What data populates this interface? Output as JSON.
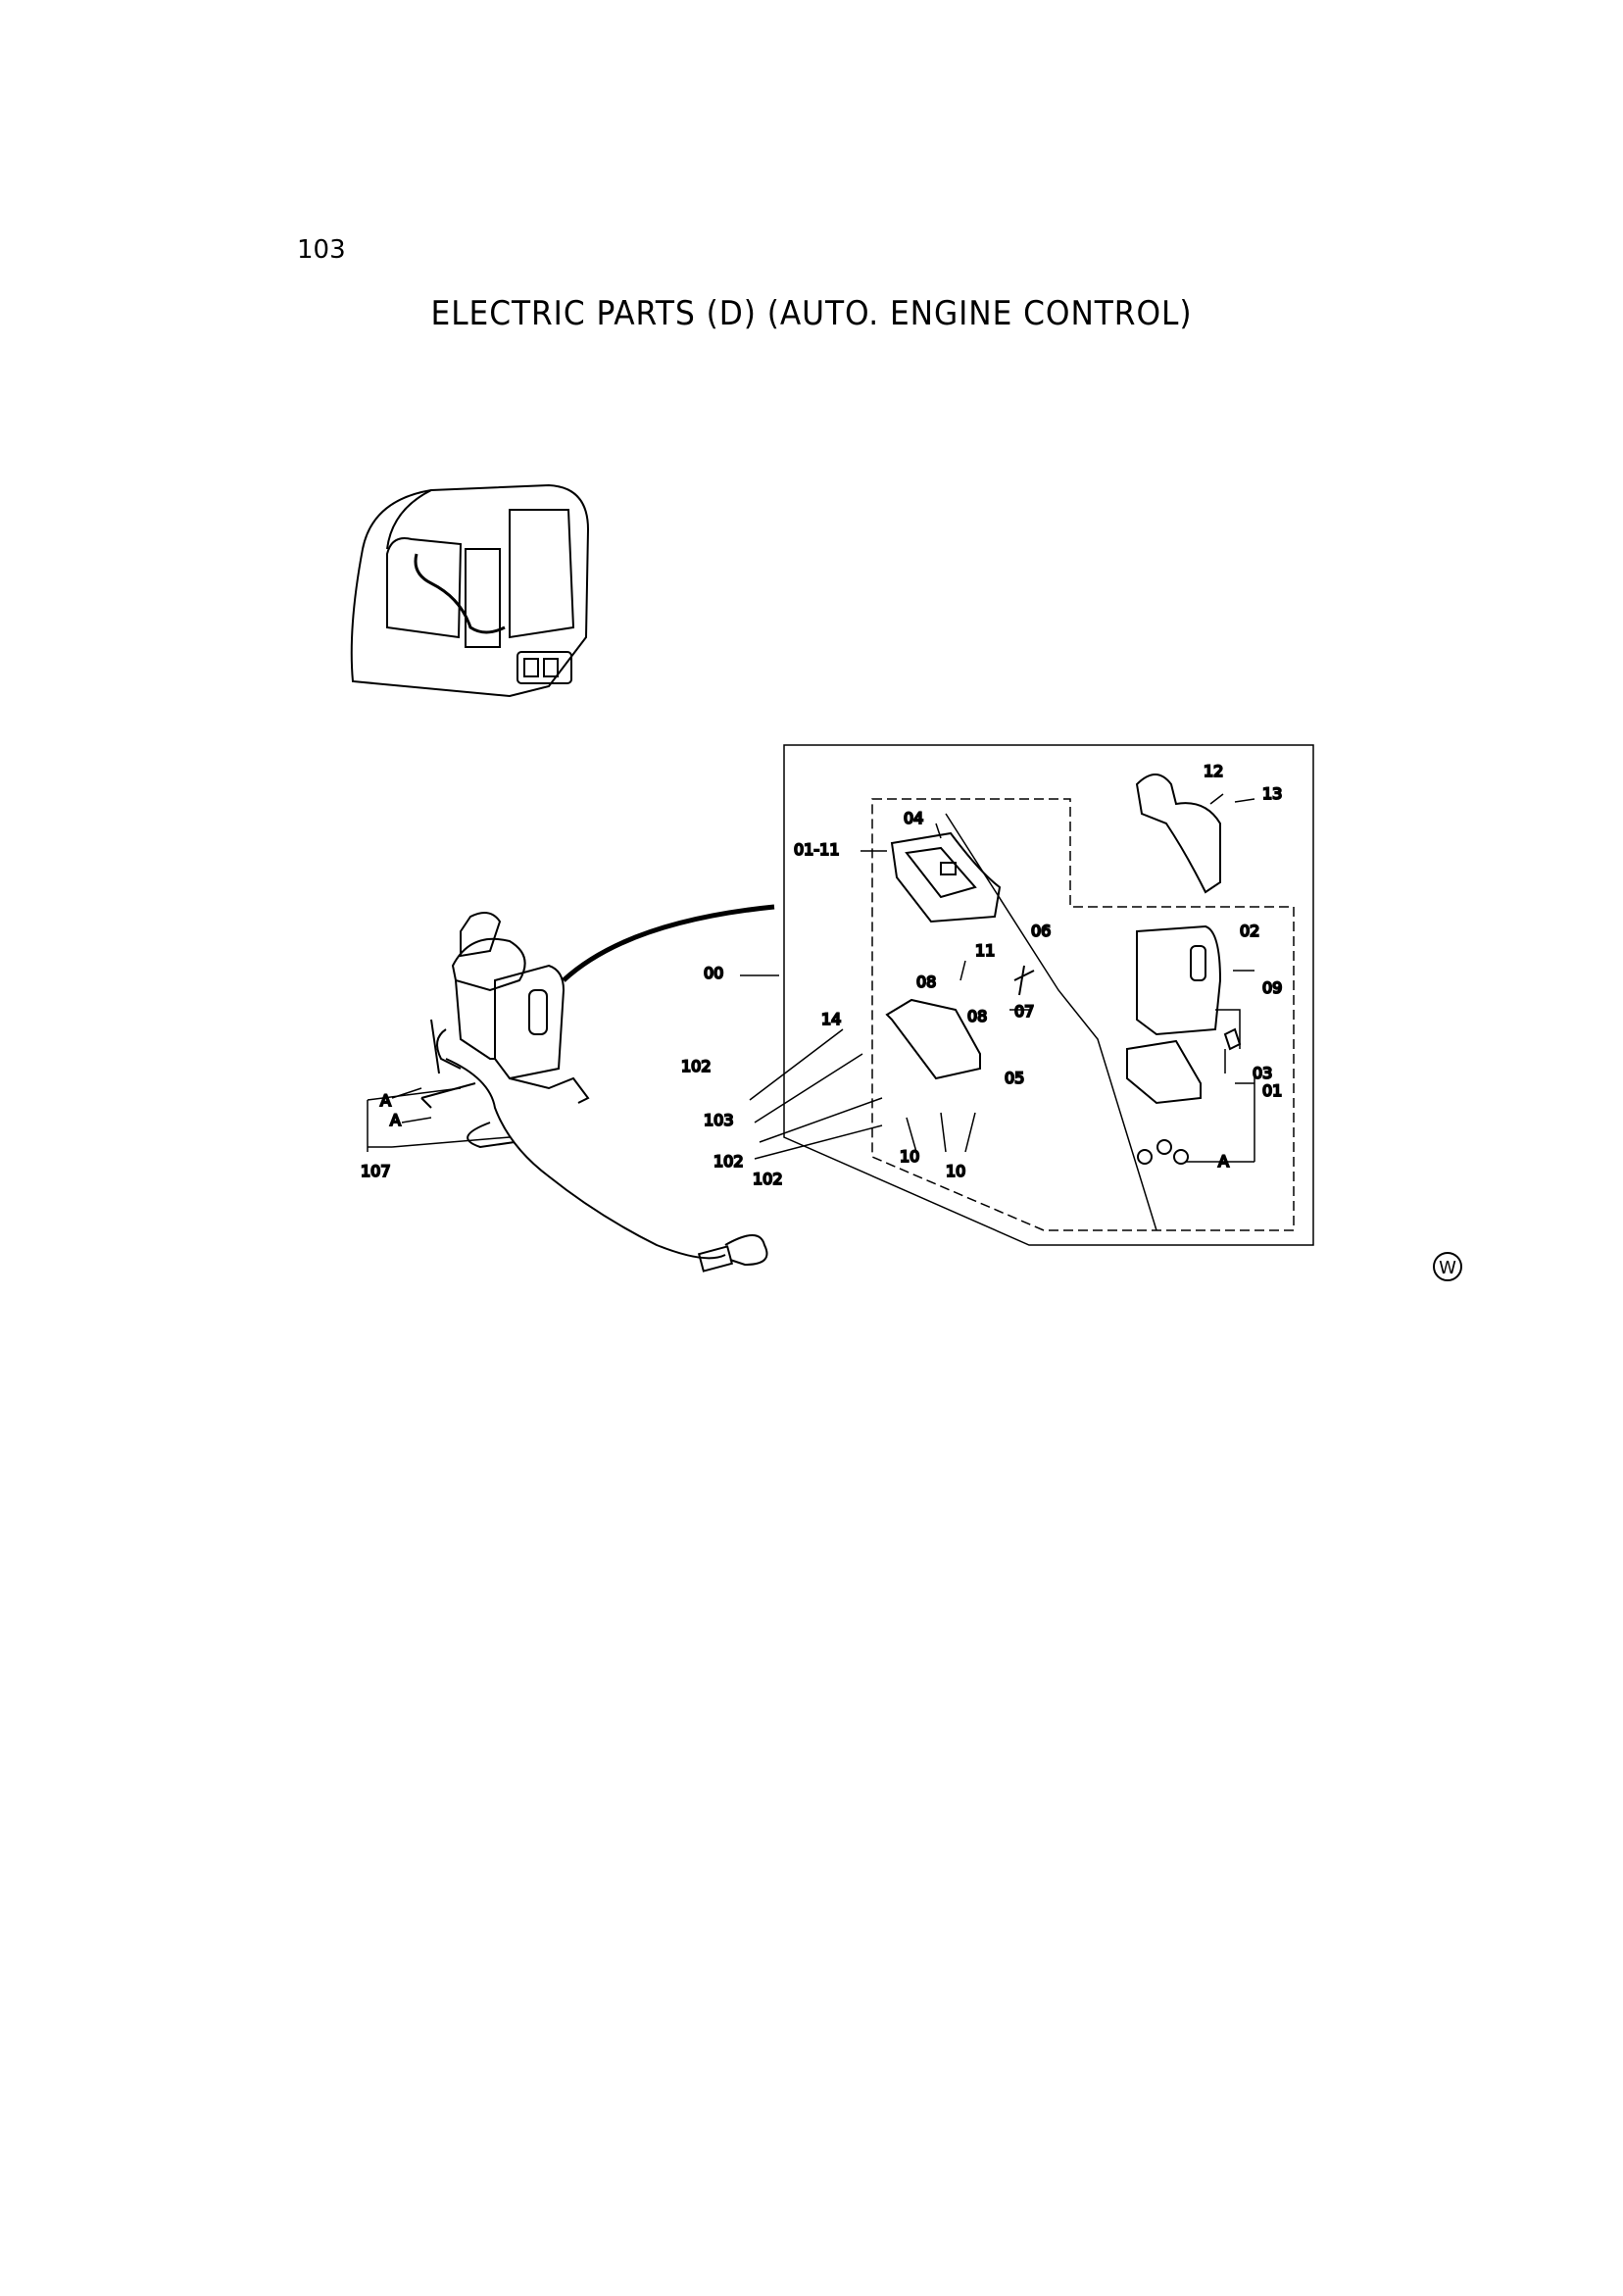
{
  "page": {
    "number": "103",
    "title": "ELECTRIC PARTS (D) (AUTO. ENGINE CONTROL)",
    "corner_mark": "W"
  },
  "callouts": {
    "c00": "00",
    "c01_11": "01-11",
    "c01": "01",
    "c02": "02",
    "c03": "03",
    "c04": "04",
    "c05": "05",
    "c06": "06",
    "c07": "07",
    "c08a": "08",
    "c08b": "08",
    "c09": "09",
    "c10a": "10",
    "c10b": "10",
    "c11": "11",
    "c12": "12",
    "c13": "13",
    "c14": "14",
    "c102a": "102",
    "c102b": "102",
    "c102c": "102",
    "c103": "103",
    "c107": "107",
    "cA1": "A",
    "cA2": "A",
    "cA3": "A"
  }
}
